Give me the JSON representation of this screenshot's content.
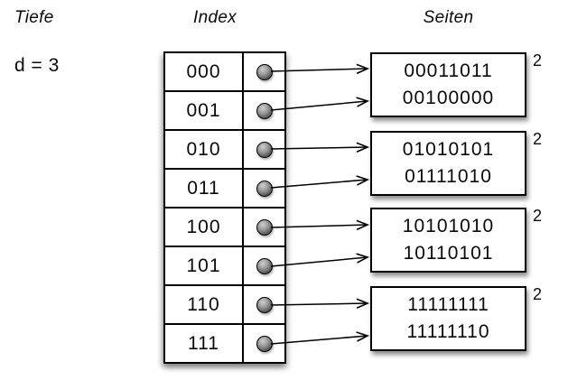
{
  "labels": {
    "depth_heading": "Tiefe",
    "depth_value": "d = 3",
    "index_heading": "Index",
    "pages_heading": "Seiten"
  },
  "index": {
    "entries": [
      {
        "label": "000",
        "target_page": 0
      },
      {
        "label": "001",
        "target_page": 0
      },
      {
        "label": "010",
        "target_page": 1
      },
      {
        "label": "011",
        "target_page": 1
      },
      {
        "label": "100",
        "target_page": 2
      },
      {
        "label": "101",
        "target_page": 2
      },
      {
        "label": "110",
        "target_page": 3
      },
      {
        "label": "111",
        "target_page": 3
      }
    ]
  },
  "pages": [
    {
      "values": [
        "00011011",
        "00100000"
      ],
      "local_depth": "2"
    },
    {
      "values": [
        "01010101",
        "01111010"
      ],
      "local_depth": "2"
    },
    {
      "values": [
        "10101010",
        "10110101"
      ],
      "local_depth": "2"
    },
    {
      "values": [
        "11111111",
        "11111110"
      ],
      "local_depth": "2"
    }
  ]
}
